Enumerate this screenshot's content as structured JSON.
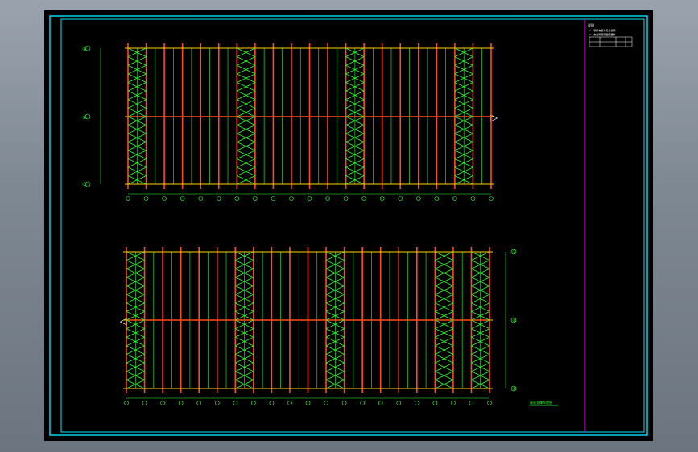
{
  "drawing": {
    "colors": {
      "background": "#000000",
      "frame": "#00e5ff",
      "member": "#ff4a1f",
      "bracing": "#ffd400",
      "dimension": "#2fff2f",
      "titleblock_divider": "#ff00ff"
    },
    "notes": {
      "header": "说明",
      "line_1": "1. 钢梁布置详见总说明",
      "line_2": "2. 未注明者按图纸要求"
    },
    "table": {
      "row_1": [
        "",
        "",
        "",
        ""
      ],
      "row_2": [
        "",
        "",
        "",
        ""
      ]
    },
    "section_marker": "▷",
    "legend_caption": "屋面支撑布置图",
    "top_plan": {
      "axes": [
        "①",
        "②",
        "③"
      ],
      "bays": 20
    },
    "bottom_plan": {
      "axes": [
        "①",
        "②",
        "③"
      ],
      "bays": 20
    }
  }
}
